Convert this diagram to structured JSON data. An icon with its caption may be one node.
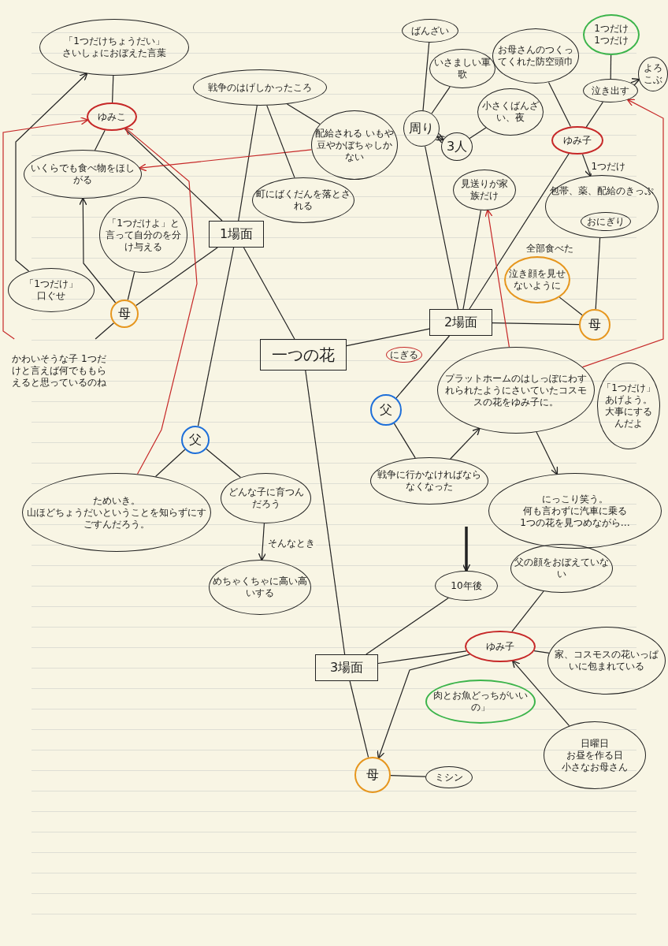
{
  "diagram": {
    "nodes": [
      {
        "text": [
          "「1つだけちょうだい」",
          "さいしょにおぼえた言葉"
        ]
      },
      {
        "text": [
          "ゆみこ"
        ]
      },
      {
        "text": [
          "いくらでも食べ物をほしがる"
        ]
      },
      {
        "text": [
          "1場面"
        ]
      },
      {
        "text": [
          "「1つだけよ」と言って自分のを分け与える"
        ]
      },
      {
        "text": [
          "「1つだけ」",
          "口ぐせ"
        ]
      },
      {
        "text": [
          "母"
        ]
      },
      {
        "text": [
          "かわいそうな子 1つだけと言えば何でももらえると思っているのね"
        ]
      },
      {
        "text": [
          "戦争のはげしかったころ"
        ]
      },
      {
        "text": [
          "配給される いもや豆やかぼちゃしかない"
        ]
      },
      {
        "text": [
          "町にばくだんを落とされる"
        ]
      },
      {
        "text": [
          "一つの花"
        ]
      },
      {
        "text": [
          "父"
        ]
      },
      {
        "text": [
          "ためいき。",
          "山ほどちょうだいということを知らずにすごすんだろう。"
        ]
      },
      {
        "text": [
          "どんな子に育つんだろう"
        ]
      },
      {
        "text": [
          "めちゃくちゃに高い高いする"
        ]
      },
      {
        "text": [
          "ばんざい"
        ]
      },
      {
        "text": [
          "いさましい軍歌"
        ]
      },
      {
        "text": [
          "周り"
        ]
      },
      {
        "text": [
          "3人"
        ]
      },
      {
        "text": [
          "小さくばんざい、夜"
        ]
      },
      {
        "text": [
          "見送りが家族だけ"
        ]
      },
      {
        "text": [
          "お母さんのつくってくれた防空頭巾"
        ]
      },
      {
        "text": [
          "ゆみ子"
        ]
      },
      {
        "text": [
          "包帯、薬、配給のきっぷ"
        ]
      },
      {
        "text": [
          "おにぎり"
        ],
        "in": 24
      },
      {
        "text": [
          "泣き顔を見せないように"
        ]
      },
      {
        "text": [
          "母"
        ]
      },
      {
        "text": [
          "2場面"
        ]
      },
      {
        "text": [
          "1つだけ",
          "1つだけ"
        ]
      },
      {
        "text": [
          "泣き出す"
        ]
      },
      {
        "text": [
          "よろこぶ"
        ]
      },
      {
        "text": [
          "「1つだけ」あげよう。大事にするんだよ"
        ]
      },
      {
        "text": [
          "プラットホームのはしっぽにわすれられたようにさいていたコスモスの花をゆみ子に。"
        ]
      },
      {
        "text": [
          "にっこり笑う。",
          "何も言わずに汽車に乗る",
          "1つの花を見つめながら…"
        ]
      },
      {
        "text": [
          "父"
        ]
      },
      {
        "text": [
          "戦争に行かなければならなくなった"
        ]
      },
      {
        "text": [
          "10年後"
        ]
      },
      {
        "text": [
          "父の顔をおぼえていない"
        ]
      },
      {
        "text": [
          "ゆみ子"
        ]
      },
      {
        "text": [
          "3場面"
        ]
      },
      {
        "text": [
          "家、コスモスの花いっぱいに包まれている"
        ]
      },
      {
        "text": [
          "肉とお魚どっちがいいの」"
        ]
      },
      {
        "text": [
          "日曜日",
          "お昼を作る日",
          "小さなお母さん"
        ]
      },
      {
        "text": [
          "母"
        ]
      },
      {
        "text": [
          "ミシン"
        ]
      }
    ],
    "edges": [
      {
        "from": 1,
        "to": 0,
        "arrow": "none"
      },
      {
        "from": 2,
        "to": 1,
        "arrow": "none"
      },
      {
        "from": 3,
        "to": 1,
        "arrow": "none"
      },
      {
        "from": 3,
        "to": 8,
        "arrow": "none"
      },
      {
        "from": 3,
        "to": 11,
        "arrow": "none"
      },
      {
        "from": 3,
        "to": 6,
        "arrow": "none"
      },
      {
        "from": 3,
        "to": 12,
        "arrow": "none"
      },
      {
        "from": 6,
        "to": 4,
        "arrow": "none"
      },
      {
        "from": 6,
        "to": 2,
        "arrow": "to"
      },
      {
        "from": 5,
        "to": 0,
        "arrow": "to"
      },
      {
        "from": 6,
        "to": 7,
        "arrow": "none"
      },
      {
        "from": 7,
        "to": 1,
        "arrow": "to",
        "color": "#c62828"
      },
      {
        "from": 13,
        "to": 1,
        "arrow": "to",
        "color": "#c62828"
      },
      {
        "from": 9,
        "to": 2,
        "arrow": "to",
        "color": "#c62828"
      },
      {
        "from": 8,
        "to": 9,
        "arrow": "none"
      },
      {
        "from": 8,
        "to": 10,
        "arrow": "none"
      },
      {
        "from": 11,
        "to": 28,
        "arrow": "none"
      },
      {
        "from": 11,
        "to": 40,
        "arrow": "none"
      },
      {
        "from": 12,
        "to": 13,
        "arrow": "none"
      },
      {
        "from": 12,
        "to": 14,
        "arrow": "none"
      },
      {
        "from": 14,
        "to": 15,
        "arrow": "to",
        "label": "そんなとき"
      },
      {
        "from": 28,
        "to": 18,
        "arrow": "none"
      },
      {
        "from": 28,
        "to": 21,
        "arrow": "none"
      },
      {
        "from": 28,
        "to": 23,
        "arrow": "none"
      },
      {
        "from": 28,
        "to": 27,
        "arrow": "none"
      },
      {
        "from": 28,
        "to": 35,
        "arrow": "none"
      },
      {
        "from": 16,
        "to": 18,
        "arrow": "none"
      },
      {
        "from": 17,
        "to": 18,
        "arrow": "none"
      },
      {
        "from": 18,
        "to": 19,
        "arrow": "both"
      },
      {
        "from": 19,
        "to": 20,
        "arrow": "none"
      },
      {
        "from": 23,
        "to": 22,
        "arrow": "none"
      },
      {
        "from": 23,
        "to": 30,
        "arrow": "none"
      },
      {
        "from": 23,
        "to": 24,
        "arrow": "to",
        "label": "1つだけ"
      },
      {
        "from": 27,
        "to": 24,
        "arrow": "none"
      },
      {
        "from": 27,
        "to": 26,
        "arrow": "none"
      },
      {
        "from": 30,
        "to": 29,
        "arrow": "none"
      },
      {
        "from": 30,
        "to": 31,
        "arrow": "to"
      },
      {
        "from": 33,
        "to": 21,
        "arrow": "to",
        "color": "#c62828"
      },
      {
        "from": 33,
        "to": 30,
        "arrow": "to",
        "color": "#c62828"
      },
      {
        "from": 35,
        "to": 36,
        "arrow": "none"
      },
      {
        "from": 36,
        "to": 33,
        "arrow": "to"
      },
      {
        "from": 33,
        "to": 34,
        "arrow": "to"
      },
      {
        "from": null,
        "to": 37,
        "arrow": "to",
        "style": "thick"
      },
      {
        "from": 37,
        "to": 40,
        "arrow": "none"
      },
      {
        "from": 39,
        "to": 38,
        "arrow": "none"
      },
      {
        "from": 39,
        "to": 40,
        "arrow": "none"
      },
      {
        "from": 39,
        "to": 41,
        "arrow": "none"
      },
      {
        "from": 39,
        "to": 44,
        "arrow": "to"
      },
      {
        "from": 43,
        "to": 39,
        "arrow": "to"
      },
      {
        "from": 40,
        "to": 44,
        "arrow": "none"
      },
      {
        "from": 44,
        "to": 45,
        "arrow": "none"
      }
    ],
    "labels": [
      "全部食べた",
      "にぎる"
    ]
  }
}
